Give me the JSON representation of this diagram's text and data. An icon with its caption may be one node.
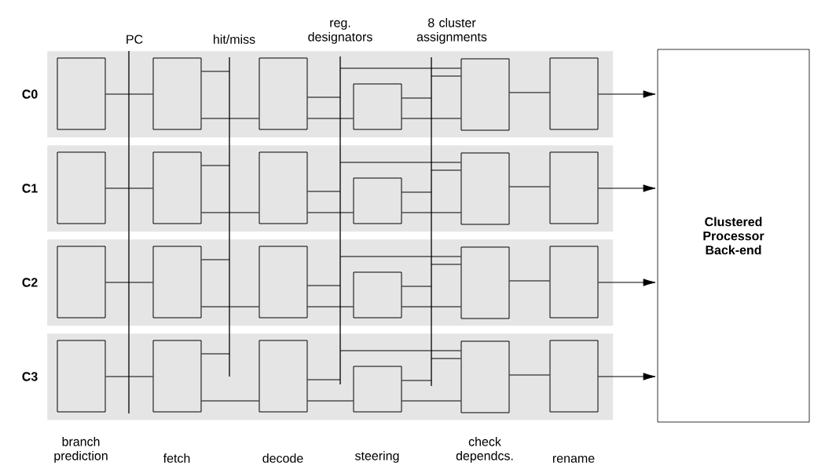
{
  "diagram": {
    "nodes": [
      {
        "text": [
          "PC"
        ]
      },
      {
        "text": [
          "hit/miss"
        ]
      },
      {
        "text": [
          "reg. designators"
        ]
      },
      {
        "text": [
          "8 cluster assignments"
        ]
      },
      {
        "text": [
          "C0"
        ]
      },
      {
        "text": [],
        "shape": "box",
        "in": 4
      },
      {
        "text": [],
        "shape": "box",
        "in": 4
      },
      {
        "text": [],
        "shape": "box",
        "in": 4
      },
      {
        "text": [],
        "shape": "box",
        "in": 4
      },
      {
        "text": [],
        "shape": "box",
        "in": 4
      },
      {
        "text": [],
        "shape": "box",
        "in": 4
      },
      {
        "text": [
          "C1"
        ]
      },
      {
        "text": [],
        "shape": "box",
        "in": 11
      },
      {
        "text": [],
        "shape": "box",
        "in": 11
      },
      {
        "text": [],
        "shape": "box",
        "in": 11
      },
      {
        "text": [],
        "shape": "box",
        "in": 11
      },
      {
        "text": [],
        "shape": "box",
        "in": 11
      },
      {
        "text": [],
        "shape": "box",
        "in": 11
      },
      {
        "text": [
          "C2"
        ]
      },
      {
        "text": [],
        "shape": "box",
        "in": 18
      },
      {
        "text": [],
        "shape": "box",
        "in": 18
      },
      {
        "text": [],
        "shape": "box",
        "in": 18
      },
      {
        "text": [],
        "shape": "box",
        "in": 18
      },
      {
        "text": [],
        "shape": "box",
        "in": 18
      },
      {
        "text": [],
        "shape": "box",
        "in": 18
      },
      {
        "text": [
          "C3"
        ]
      },
      {
        "text": [],
        "shape": "box",
        "in": 25
      },
      {
        "text": [],
        "shape": "box",
        "in": 25
      },
      {
        "text": [],
        "shape": "box",
        "in": 25
      },
      {
        "text": [],
        "shape": "box",
        "in": 25
      },
      {
        "text": [],
        "shape": "box",
        "in": 25
      },
      {
        "text": [],
        "shape": "box",
        "in": 25
      },
      {
        "text": [
          "Clustered Processor Back-end"
        ]
      }
    ],
    "edges": [
      {
        "from": 5,
        "to": 0,
        "arrow": "none"
      },
      {
        "from": 0,
        "to": 6,
        "arrow": "none"
      },
      {
        "from": 6,
        "to": 1,
        "arrow": "none"
      },
      {
        "from": 6,
        "to": 7,
        "arrow": "none"
      },
      {
        "from": 7,
        "to": 2,
        "arrow": "none"
      },
      {
        "from": 7,
        "to": 8,
        "arrow": "none"
      },
      {
        "from": 2,
        "to": 9,
        "arrow": "none"
      },
      {
        "from": 3,
        "to": 9,
        "arrow": "none"
      },
      {
        "from": 8,
        "to": 3,
        "arrow": "none"
      },
      {
        "from": 8,
        "to": 9,
        "arrow": "none"
      },
      {
        "from": 9,
        "to": 10,
        "arrow": "none"
      },
      {
        "from": 10,
        "to": 32,
        "arrow": "to"
      },
      {
        "from": 12,
        "to": 0,
        "arrow": "none"
      },
      {
        "from": 0,
        "to": 13,
        "arrow": "none"
      },
      {
        "from": 13,
        "to": 1,
        "arrow": "none"
      },
      {
        "from": 13,
        "to": 14,
        "arrow": "none"
      },
      {
        "from": 14,
        "to": 2,
        "arrow": "none"
      },
      {
        "from": 14,
        "to": 15,
        "arrow": "none"
      },
      {
        "from": 2,
        "to": 16,
        "arrow": "none"
      },
      {
        "from": 3,
        "to": 16,
        "arrow": "none"
      },
      {
        "from": 15,
        "to": 3,
        "arrow": "none"
      },
      {
        "from": 15,
        "to": 16,
        "arrow": "none"
      },
      {
        "from": 16,
        "to": 17,
        "arrow": "none"
      },
      {
        "from": 17,
        "to": 32,
        "arrow": "to"
      },
      {
        "from": 19,
        "to": 0,
        "arrow": "none"
      },
      {
        "from": 0,
        "to": 20,
        "arrow": "none"
      },
      {
        "from": 20,
        "to": 1,
        "arrow": "none"
      },
      {
        "from": 20,
        "to": 21,
        "arrow": "none"
      },
      {
        "from": 21,
        "to": 2,
        "arrow": "none"
      },
      {
        "from": 21,
        "to": 22,
        "arrow": "none"
      },
      {
        "from": 2,
        "to": 23,
        "arrow": "none"
      },
      {
        "from": 3,
        "to": 23,
        "arrow": "none"
      },
      {
        "from": 22,
        "to": 3,
        "arrow": "none"
      },
      {
        "from": 22,
        "to": 23,
        "arrow": "none"
      },
      {
        "from": 23,
        "to": 24,
        "arrow": "none"
      },
      {
        "from": 24,
        "to": 32,
        "arrow": "to"
      },
      {
        "from": 26,
        "to": 0,
        "arrow": "none"
      },
      {
        "from": 0,
        "to": 27,
        "arrow": "none"
      },
      {
        "from": 27,
        "to": 1,
        "arrow": "none"
      },
      {
        "from": 27,
        "to": 28,
        "arrow": "none"
      },
      {
        "from": 28,
        "to": 2,
        "arrow": "none"
      },
      {
        "from": 28,
        "to": 29,
        "arrow": "none"
      },
      {
        "from": 2,
        "to": 30,
        "arrow": "none"
      },
      {
        "from": 3,
        "to": 30,
        "arrow": "none"
      },
      {
        "from": 29,
        "to": 3,
        "arrow": "none"
      },
      {
        "from": 29,
        "to": 30,
        "arrow": "none"
      },
      {
        "from": 30,
        "to": 31,
        "arrow": "none"
      },
      {
        "from": 31,
        "to": 32,
        "arrow": "to"
      }
    ],
    "labels": [
      "branch prediction",
      "fetch",
      "decode",
      "steering",
      "check dependcs.",
      "rename"
    ]
  }
}
